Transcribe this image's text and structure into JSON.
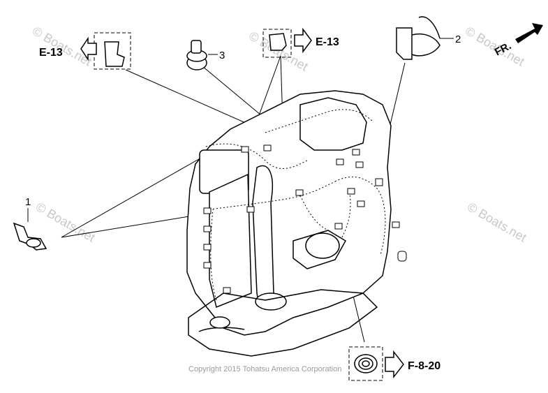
{
  "watermark": {
    "top_left": "© Boats.net",
    "top_center": "© Boats.net",
    "top_right": "© Boats.net",
    "middle_left": "© Boats.net",
    "middle_right": "© Boats.net"
  },
  "copyright": "Copyright 2015 Tohatsu America Corporation",
  "direction_arrow": "FR.",
  "refs": {
    "left": "E-13",
    "top": "E-13",
    "bottom": "F-8-20"
  },
  "callouts": {
    "one": "1",
    "two": "2",
    "three": "3"
  }
}
